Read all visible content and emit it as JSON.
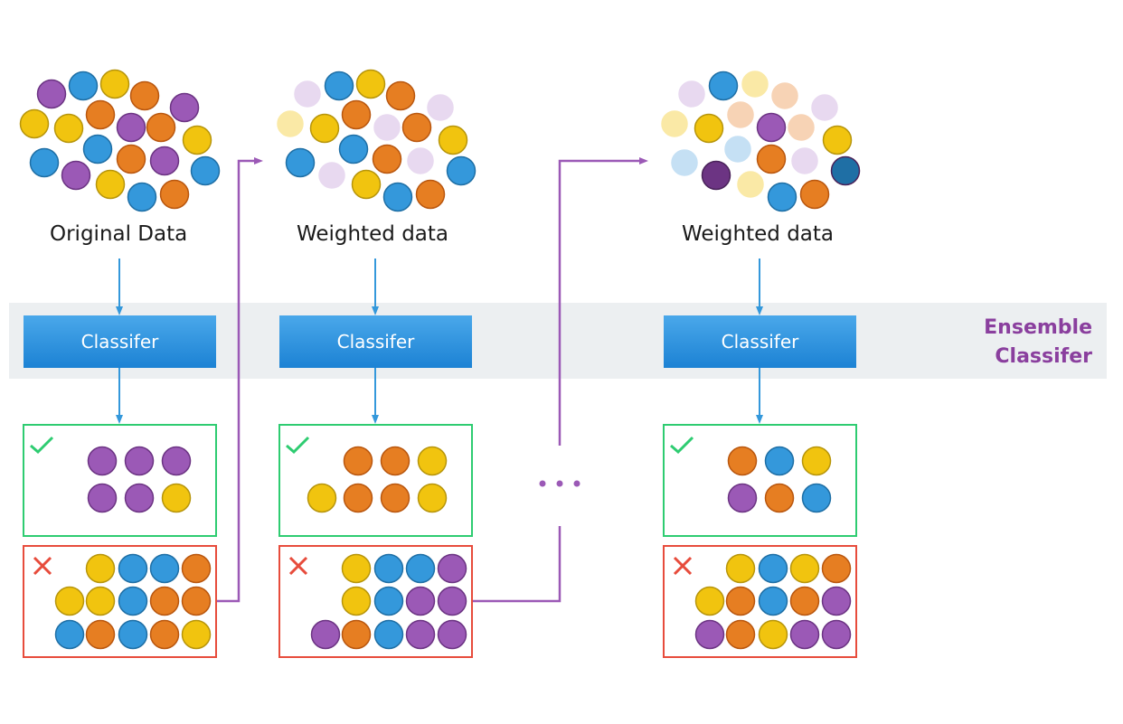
{
  "stages": [
    {
      "data_label": "Original Data",
      "classifier_label": "Classifer"
    },
    {
      "data_label": "Weighted data",
      "classifier_label": "Classifer"
    },
    {
      "data_label": "Weighted data",
      "classifier_label": "Classifer"
    }
  ],
  "ensemble": {
    "line1": "Ensemble",
    "line2": "Classifer"
  },
  "colors": {
    "purple": "#9b59b6",
    "blue": "#3498db",
    "yellow": "#f1c40f",
    "orange": "#e67e22",
    "correct": "#2ecc71",
    "wrong": "#e74c3c",
    "band": "#eceff1",
    "arrow": "#3498db",
    "connector": "#9b59b6"
  },
  "icons": {
    "correct": "check-icon",
    "wrong": "cross-icon",
    "continuation": "ellipsis"
  }
}
